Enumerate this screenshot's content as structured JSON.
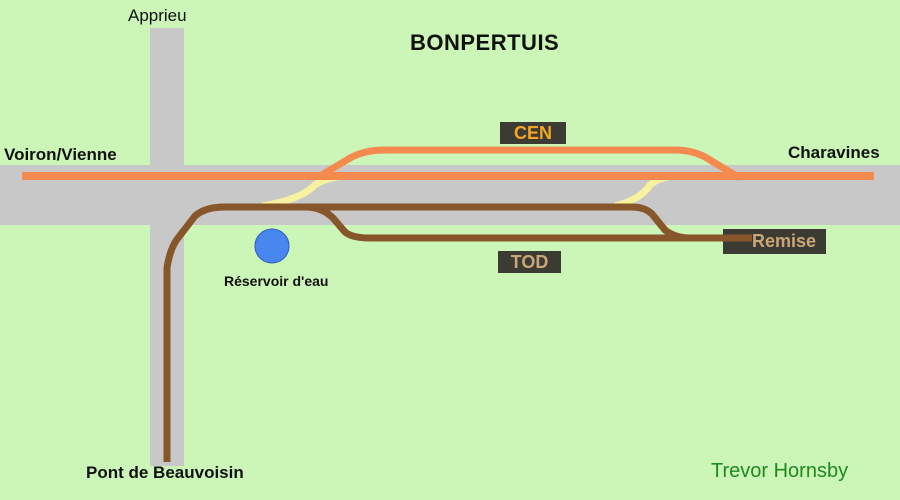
{
  "map": {
    "title": "BONPERTUIS",
    "places": {
      "north": "Apprieu",
      "west": "Voiron/Vienne",
      "east": "Charavines",
      "south": "Pont de Beauvoisin"
    },
    "features": {
      "reservoir": "Réservoir d'eau"
    },
    "line_tags": {
      "cen": "CEN",
      "tod": "TOD",
      "remise": "Remise"
    },
    "credit": "Trevor Hornsby"
  },
  "colors": {
    "background": "#ccf5b8",
    "road": "#c8c8c8",
    "cen_line": "#f58a4e",
    "tod_line": "#87562a",
    "crossover": "#f7f2a0",
    "reservoir": "#4a86f0",
    "tag_bg": "#3b3b33",
    "cen_tag_text": "#f5a623",
    "tod_tag_text": "#c8a678",
    "credit_text": "#1e8a1e"
  }
}
